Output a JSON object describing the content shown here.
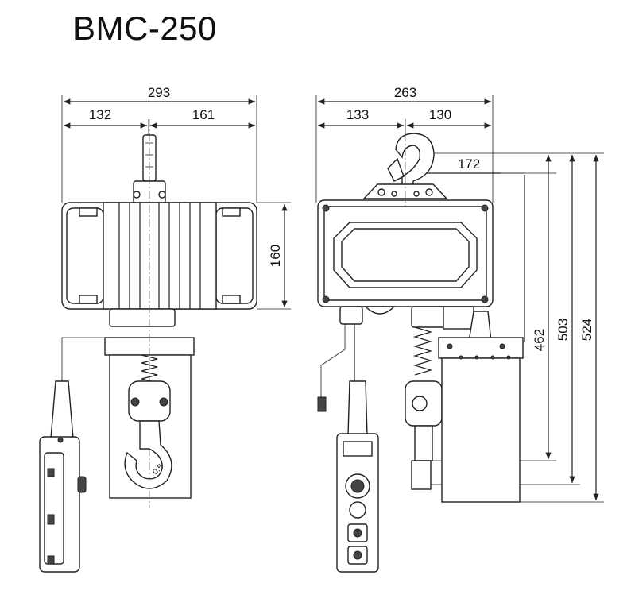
{
  "title": "BMC-250",
  "front_view": {
    "overall_width": "293",
    "left_width": "132",
    "right_width": "161",
    "body_height": "160",
    "hook_label": "0.5"
  },
  "side_view": {
    "overall_width": "263",
    "left_width": "133",
    "right_width": "130",
    "hook_offset": "172",
    "height_min": "462",
    "height_mid": "503",
    "height_max": "524"
  }
}
